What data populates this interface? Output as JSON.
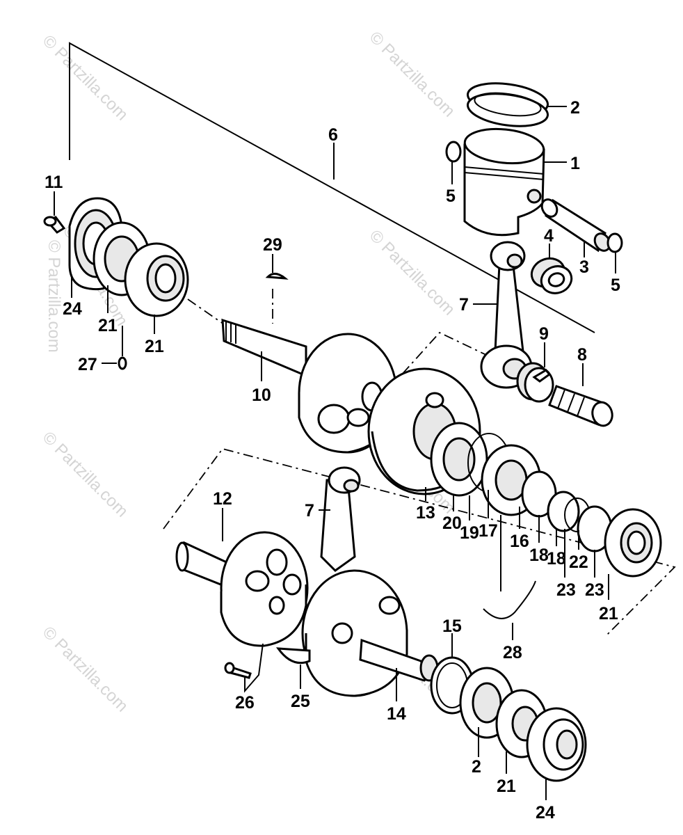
{
  "diagram": {
    "callouts": {
      "c1": "1",
      "c2a": "2",
      "c2b": "2",
      "c3": "3",
      "c4": "4",
      "c5a": "5",
      "c5b": "5",
      "c6": "6",
      "c7a": "7",
      "c7b": "7",
      "c8": "8",
      "c9": "9",
      "c10": "10",
      "c11": "11",
      "c12": "12",
      "c13": "13",
      "c14": "14",
      "c15": "15",
      "c16": "16",
      "c17": "17",
      "c18a": "18",
      "c18b": "18",
      "c19": "19",
      "c20": "20",
      "c21a": "21",
      "c21b": "21",
      "c21c": "21",
      "c21d": "21",
      "c22": "22",
      "c23a": "23",
      "c23b": "23",
      "c24a": "24",
      "c24b": "24",
      "c25": "25",
      "c26": "26",
      "c27": "27",
      "c28": "28",
      "c29": "29"
    },
    "watermarks": {
      "w1": "© Partzilla.com",
      "w2": "© Partzilla.com",
      "w3": "© Partzilla.com",
      "w4": "© Partzilla.com",
      "w5": "© Partzilla.com",
      "w6": "© Partzilla.com",
      "w7": "© Partzilla.com",
      "w8": "© Partzilla.com",
      "w9": "© Partzilla.com"
    }
  }
}
